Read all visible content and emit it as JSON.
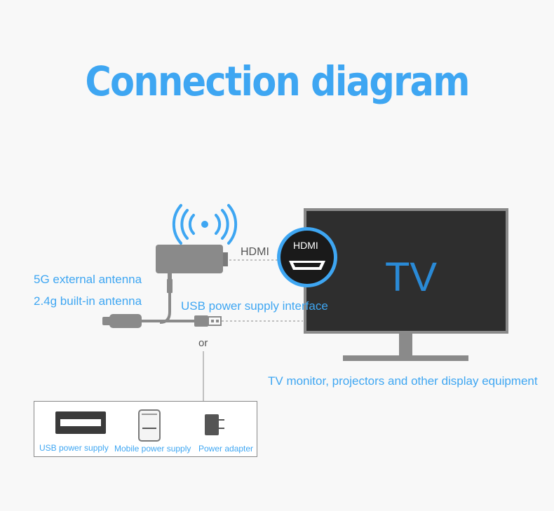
{
  "title": "Connection diagram",
  "labels": {
    "hdmi_line": "HDMI",
    "hdmi_badge": "HDMI",
    "antenna_5g": "5G external antenna",
    "antenna_24g": "2.4g built-in antenna",
    "usb_interface": "USB power supply interface",
    "or": "or",
    "tv": "TV",
    "tv_caption": "TV monitor, projectors and other display equipment"
  },
  "power_options": [
    {
      "label": "USB power supply",
      "icon": "usb-port-icon"
    },
    {
      "label": "Mobile power supply",
      "icon": "power-bank-icon"
    },
    {
      "label": "Power adapter",
      "icon": "power-adapter-icon"
    }
  ],
  "colors": {
    "accent": "#3ea6f2",
    "tv_frame": "#8a8a8a",
    "tv_screen": "#2e2e2e",
    "tv_text": "#2a8ad6",
    "hdmi_badge_border": "#3ea6f2",
    "device_gray": "#8a8a8a",
    "background": "#f8f8f8"
  }
}
